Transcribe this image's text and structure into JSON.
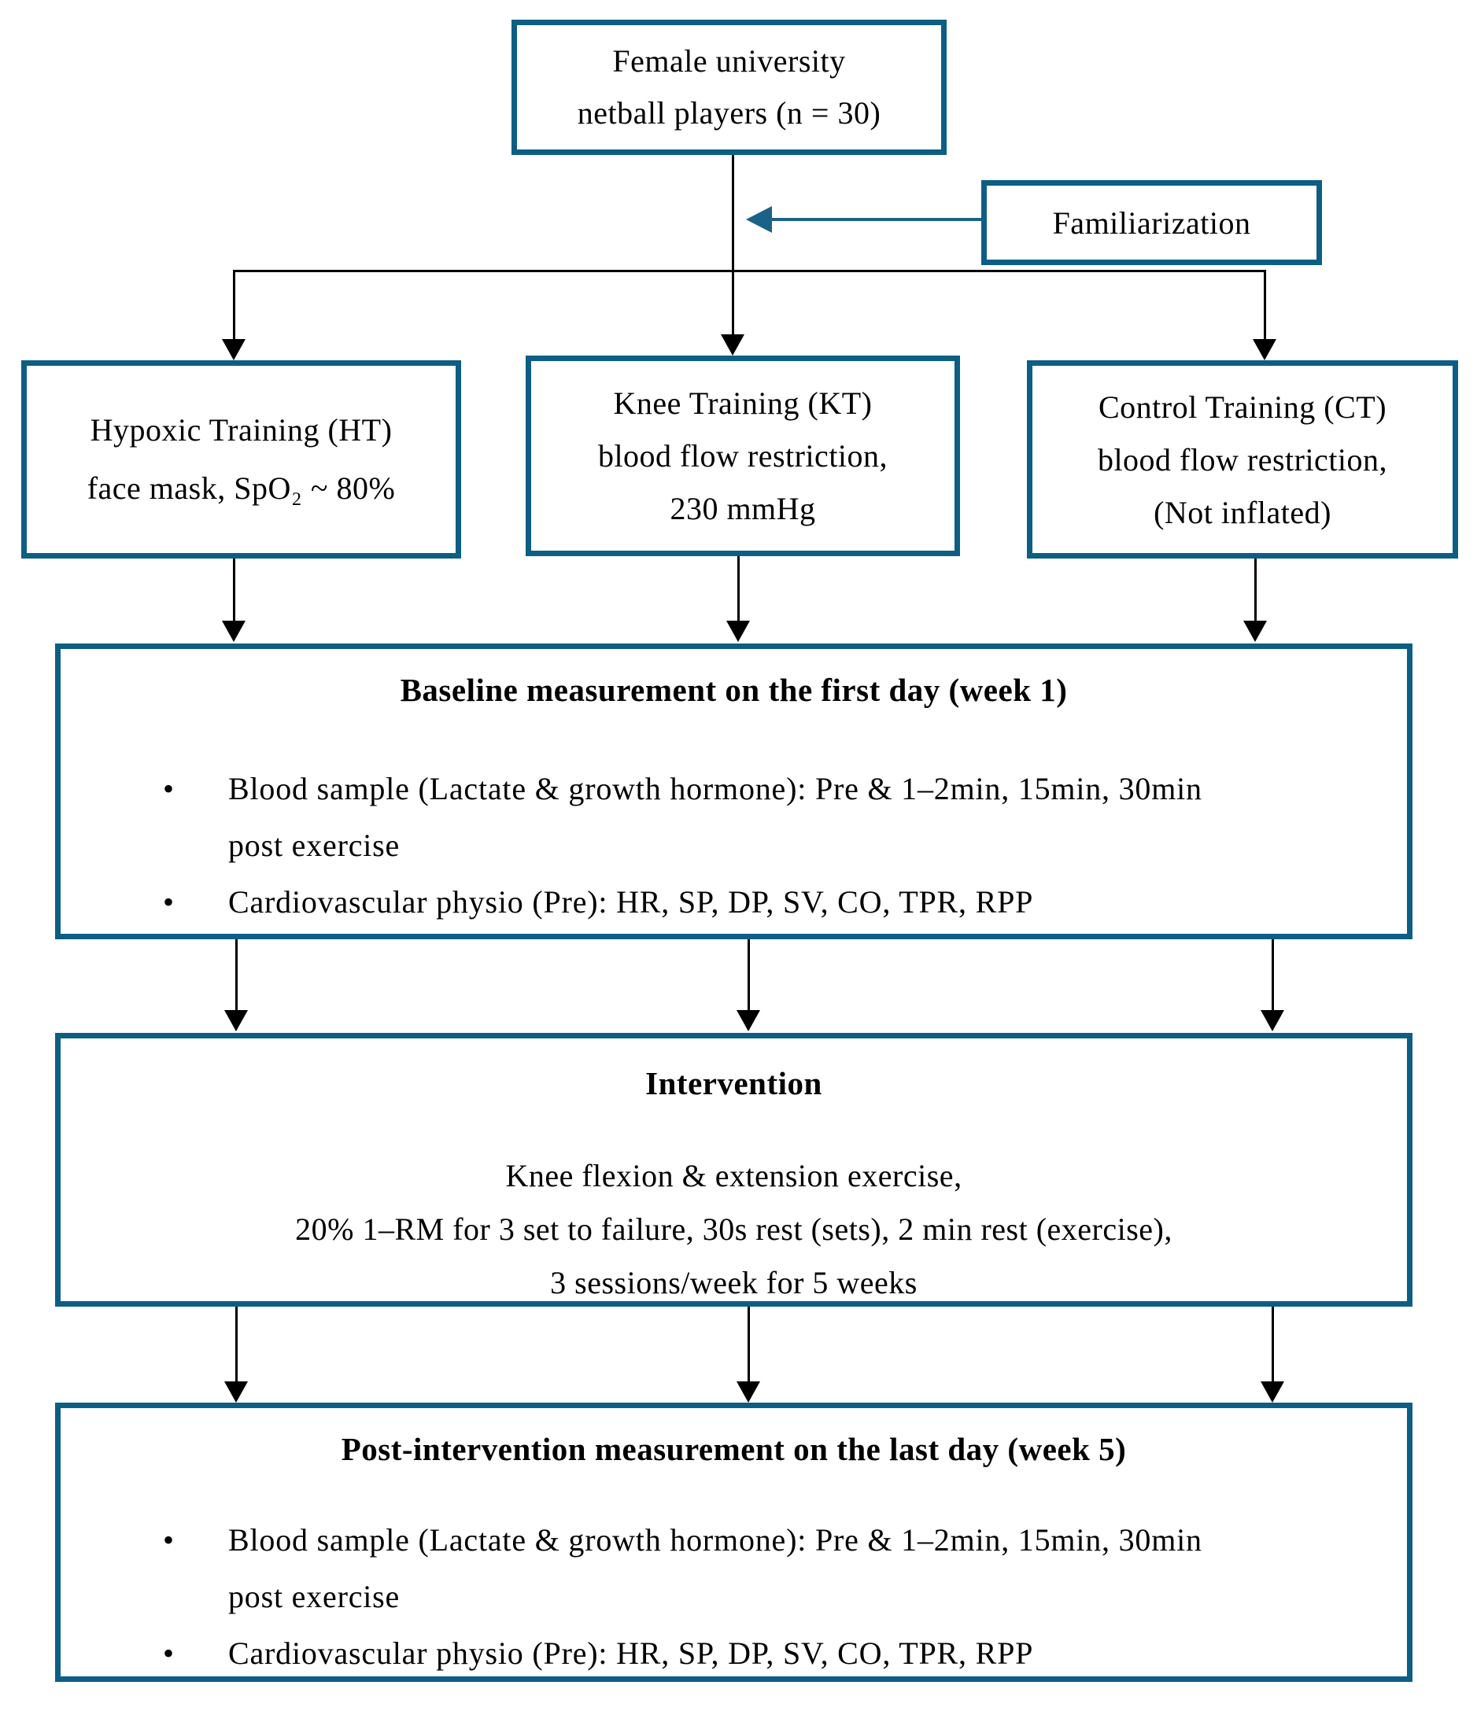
{
  "colors": {
    "background": "#ffffff",
    "box_border": "#0d5e84",
    "connector_black": "#000000",
    "familiarization_arrow_teal": "#1a6287",
    "text": "#000000"
  },
  "icons": {
    "bullet": "•"
  },
  "population_box": {
    "line1": "Female university",
    "line2": "netball players (n = 30)"
  },
  "familiarization_box": {
    "label": "Familiarization"
  },
  "group_boxes": {
    "hypoxic": {
      "line1": "Hypoxic Training (HT)",
      "line2": "face mask, SpO₂ ~ 80%"
    },
    "knee": {
      "line1": "Knee Training (KT)",
      "line2": "blood flow restriction,",
      "line3": "230 mmHg"
    },
    "control": {
      "line1": "Control Training (CT)",
      "line2": "blood flow restriction,",
      "line3": "(Not inflated)"
    }
  },
  "baseline_box": {
    "title": "Baseline measurement on the first day (week 1)",
    "bullets": [
      {
        "lines": [
          "Blood sample (Lactate & growth hormone): Pre & 1–2min, 15min, 30min",
          "post exercise"
        ]
      },
      {
        "lines": [
          "Cardiovascular physio (Pre): HR, SP, DP, SV, CO, TPR, RPP"
        ]
      }
    ]
  },
  "intervention_box": {
    "title": "Intervention",
    "line1": "Knee flexion & extension exercise,",
    "line2": "20% 1–RM for 3 set to failure, 30s rest (sets), 2 min rest (exercise),",
    "line3": "3 sessions/week for 5 weeks"
  },
  "post_box": {
    "title": "Post-intervention measurement on the last day (week 5)",
    "bullets": [
      {
        "lines": [
          "Blood sample (Lactate & growth hormone): Pre & 1–2min, 15min, 30min",
          "post exercise"
        ]
      },
      {
        "lines": [
          "Cardiovascular physio (Pre): HR, SP, DP, SV, CO, TPR, RPP"
        ]
      }
    ]
  }
}
